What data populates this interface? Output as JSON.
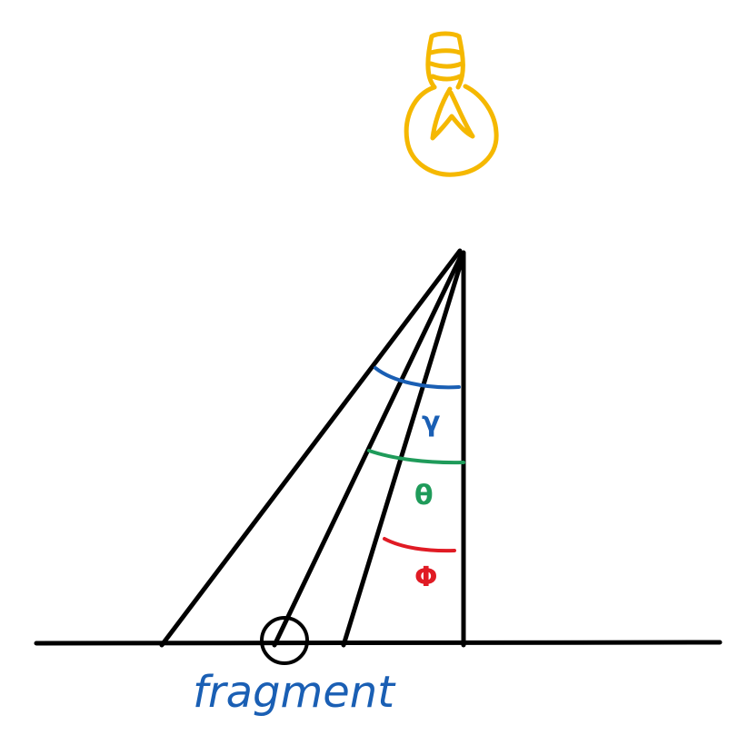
{
  "angles": {
    "gamma": {
      "symbol": "γ",
      "color": "#1a5fb4"
    },
    "theta": {
      "symbol": "θ",
      "color": "#1f9b5a"
    },
    "phi": {
      "symbol": "Φ",
      "color": "#e01b24"
    }
  },
  "fragment_label": "fragment",
  "colors": {
    "light": "#f5b800",
    "lines": "#000000",
    "fragment_text": "#1a5fb4"
  }
}
